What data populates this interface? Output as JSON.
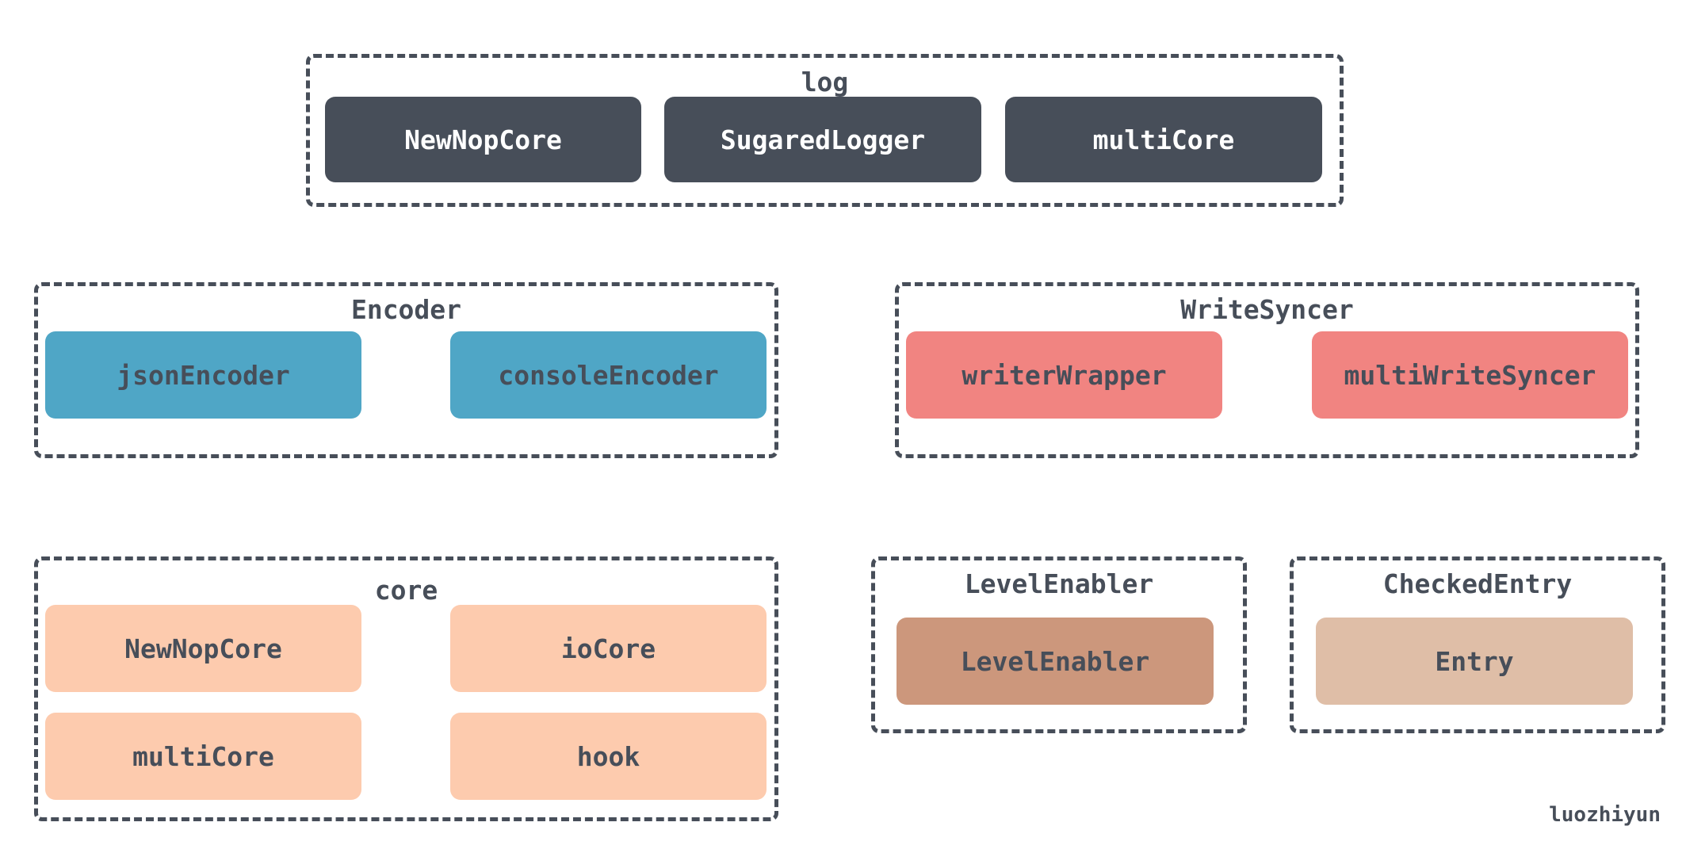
{
  "colors": {
    "border": "#474e59",
    "log_box": "#474e59",
    "encoder_box": "#4fa6c6",
    "writesyncer_box": "#f18481",
    "core_box": "#fdcbae",
    "levelenabler_box": "#cc977c",
    "checkedentry_box": "#dfbea7"
  },
  "groups": {
    "log": {
      "title": "log",
      "items": [
        "NewNopCore",
        "SugaredLogger",
        "multiCore"
      ]
    },
    "encoder": {
      "title": "Encoder",
      "items": [
        "jsonEncoder",
        "consoleEncoder"
      ]
    },
    "writesyncer": {
      "title": "WriteSyncer",
      "items": [
        "writerWrapper",
        "multiWriteSyncer"
      ]
    },
    "core": {
      "title": "core",
      "items": [
        "NewNopCore",
        "ioCore",
        "multiCore",
        "hook"
      ]
    },
    "levelenabler": {
      "title": "LevelEnabler",
      "items": [
        "LevelEnabler"
      ]
    },
    "checkedentry": {
      "title": "CheckedEntry",
      "items": [
        "Entry"
      ]
    }
  },
  "watermark": "luozhiyun"
}
